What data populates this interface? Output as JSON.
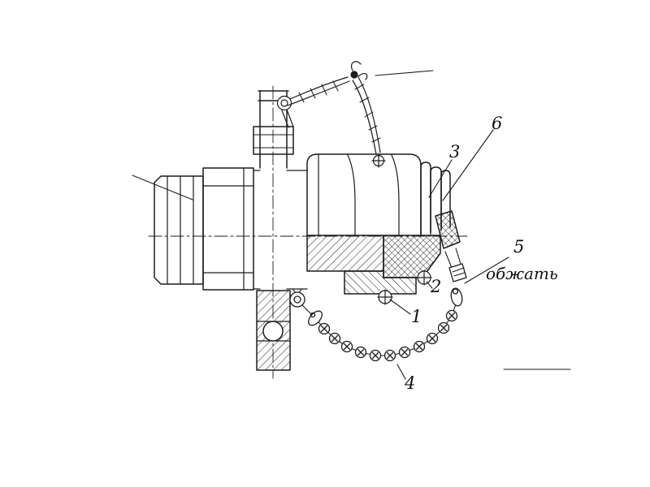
{
  "figure": {
    "type": "technical-assembly-drawing",
    "background": "#ffffff",
    "ink_color": "#1c1c1c",
    "callouts": {
      "c1": "1",
      "c2": "2",
      "c3": "3",
      "c4": "4",
      "c5": "5",
      "c6": "6"
    },
    "annotation": "обжать"
  }
}
